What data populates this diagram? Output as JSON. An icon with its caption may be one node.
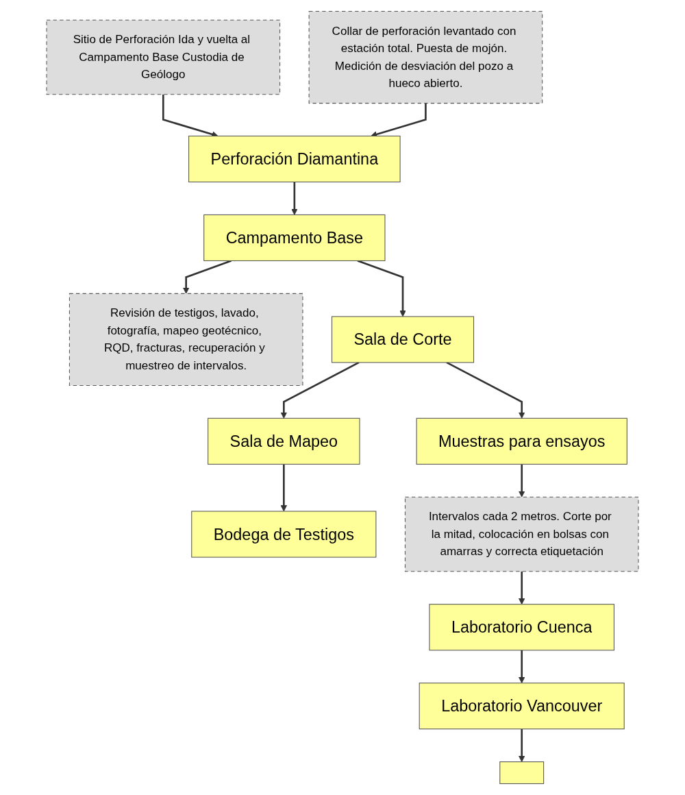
{
  "diagram": {
    "nodes": [
      {
        "text": [
          "Sitio de Perforación Ida y vuelta al Campamento Base Custodia de Geólogo"
        ]
      },
      {
        "text": [
          "Perforación Diamantina"
        ]
      },
      {
        "text": [
          "Collar de perforación levantado con estación total. Puesta de mojón. Medición de desviación del pozo a hueco abierto."
        ]
      },
      {
        "text": [
          "Campamento Base"
        ]
      },
      {
        "text": [
          "Revisión de testigos, lavado, fotografía, mapeo geotécnico, RQD, fracturas, recuperación y muestreo de intervalos."
        ]
      },
      {
        "text": [
          "Sala de Corte"
        ]
      },
      {
        "text": [
          "Bodega de Testigos"
        ]
      },
      {
        "text": [
          "Sala de Mapeo"
        ]
      },
      {
        "text": [
          "Muestras para ensayos"
        ]
      },
      {
        "text": [
          "Intervalos cada 2 metros. Corte por la mitad, colocación en bolsas con amarras y correcta etiquetación"
        ]
      },
      {
        "text": [
          "Laboratorio Cuenca"
        ]
      },
      {
        "text": [
          "Laboratorio Vancouver"
        ]
      },
      {
        "text": [],
        "shape": "box"
      }
    ],
    "edges": [
      {
        "from": 0,
        "to": 1,
        "arrow": "to"
      },
      {
        "from": 2,
        "to": 1,
        "arrow": "to"
      },
      {
        "from": 1,
        "to": 3,
        "arrow": "to"
      },
      {
        "from": 3,
        "to": 5,
        "arrow": "to"
      },
      {
        "from": 3,
        "to": 4,
        "arrow": "to"
      },
      {
        "from": 5,
        "to": 7,
        "arrow": "to"
      },
      {
        "from": 5,
        "to": 8,
        "arrow": "to"
      },
      {
        "from": 7,
        "to": 6,
        "arrow": "to"
      },
      {
        "from": 8,
        "to": 9,
        "arrow": "to"
      },
      {
        "from": 9,
        "to": 10,
        "arrow": "to"
      },
      {
        "from": 10,
        "to": 11,
        "arrow": "to"
      },
      {
        "from": 11,
        "to": 12,
        "arrow": "to"
      }
    ]
  }
}
